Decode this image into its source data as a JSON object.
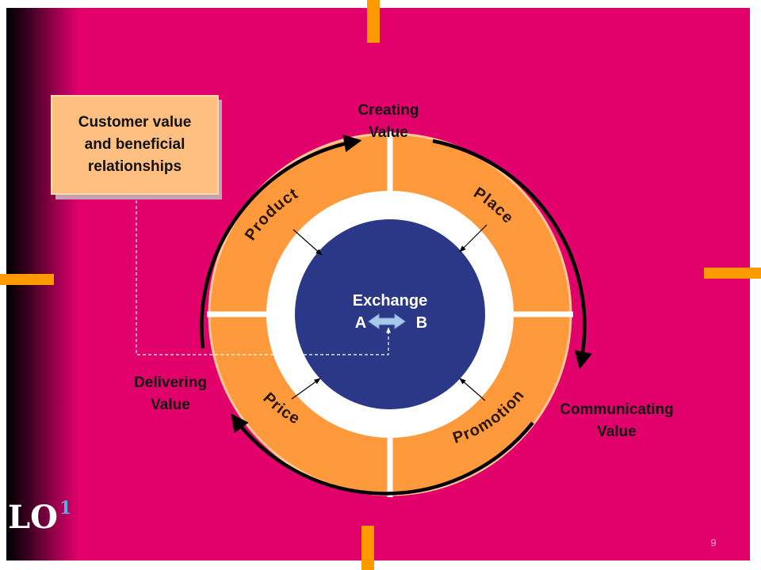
{
  "callout": {
    "text": "Customer value\nand beneficial\nrelationships"
  },
  "labels": {
    "creating": "Creating\nValue",
    "communicating": "Communicating\nValue",
    "delivering": "Delivering\nValue"
  },
  "segments": {
    "product": "Product",
    "place": "Place",
    "price": "Price",
    "promotion": "Promotion"
  },
  "center": {
    "title": "Exchange",
    "party_a": "A",
    "party_b": "B"
  },
  "badge": {
    "text": "LO",
    "number": "1"
  },
  "page_number": "9",
  "colors": {
    "background": "#e2006b",
    "ring": "#ff9a3c",
    "center": "#2b3888",
    "accent": "#ff9900",
    "callout": "#ffbf80",
    "exchange_arrow": "#a9c8ec"
  }
}
